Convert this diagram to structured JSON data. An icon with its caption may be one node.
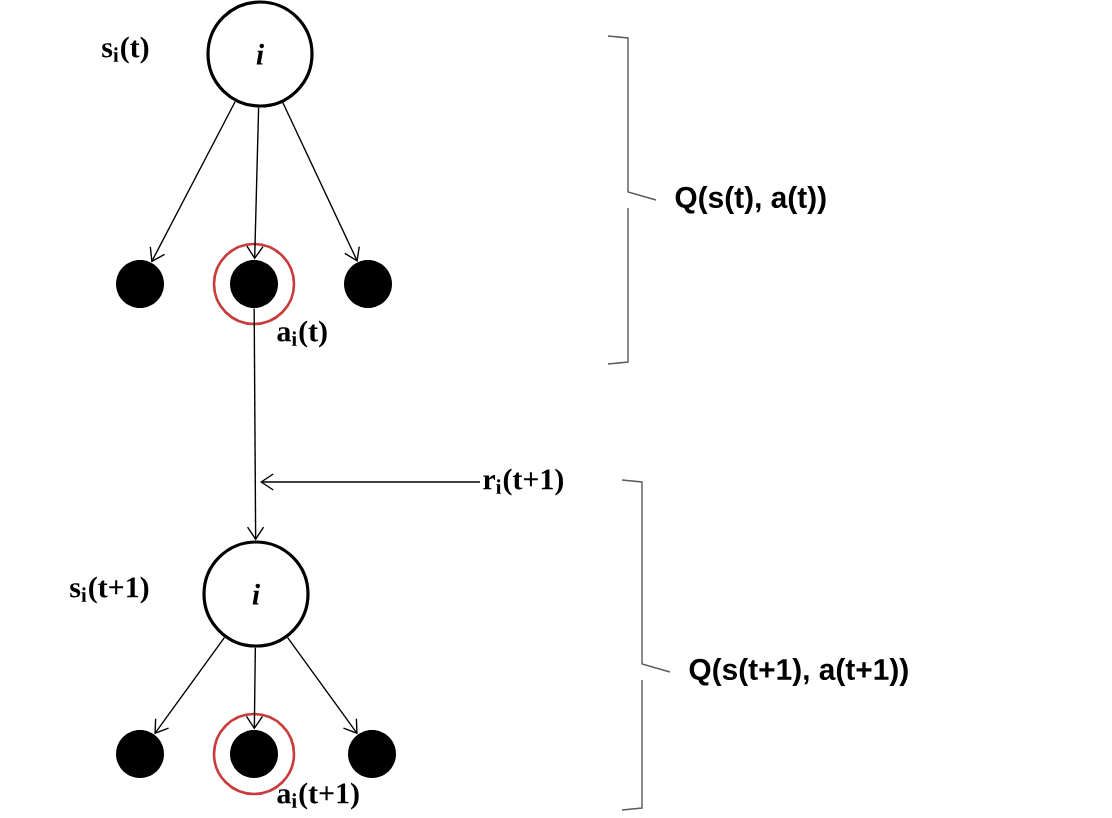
{
  "diagram": {
    "nodes": [
      {
        "text": [
          "i"
        ],
        "beside": [
          "s$_{i}$(t)"
        ]
      },
      {
        "text": [],
        "shape": "circle"
      },
      {
        "text": [],
        "shape": "circle",
        "beside": [
          "a$_{i}$(t)"
        ]
      },
      {
        "text": [],
        "shape": "circle"
      },
      {
        "text": [
          "i"
        ],
        "beside": [
          "s$_{i}$(t+1)"
        ]
      },
      {
        "text": [],
        "shape": "circle"
      },
      {
        "text": [],
        "shape": "circle",
        "beside": [
          "a$_{i}$(t+1)"
        ]
      },
      {
        "text": [],
        "shape": "circle"
      },
      {
        "text": [
          "r$_{i}$(t+1)"
        ]
      }
    ],
    "edges": [
      {
        "from": 0,
        "to": 1,
        "arrow": "to"
      },
      {
        "from": 0,
        "to": 2,
        "arrow": "to"
      },
      {
        "from": 0,
        "to": 3,
        "arrow": "to"
      },
      {
        "from": 2,
        "to": 4,
        "arrow": "to"
      },
      {
        "from": 8,
        "to": null,
        "arrow": "to"
      },
      {
        "from": 4,
        "to": 5,
        "arrow": "to"
      },
      {
        "from": 4,
        "to": 6,
        "arrow": "to"
      },
      {
        "from": 4,
        "to": 7,
        "arrow": "to"
      }
    ],
    "labels": [
      "Q(s(t), a(t))",
      "Q(s(t+1), a(t+1))"
    ]
  }
}
